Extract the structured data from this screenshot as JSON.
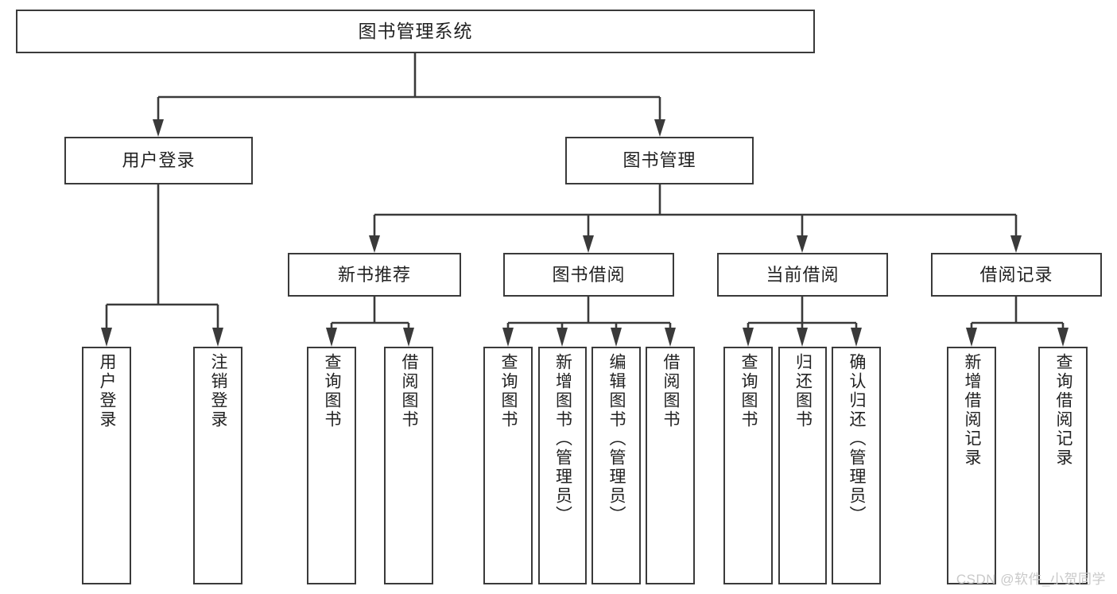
{
  "diagram": {
    "title": "图书管理系统",
    "type": "tree-hierarchy-chart",
    "watermark": "CSDN @软件_小贺同学",
    "colors": {
      "stroke": "#3a3a3a",
      "fill": "#ffffff",
      "text": "#222222",
      "watermark": "#c9c9c9"
    },
    "root": {
      "label": "图书管理系统"
    },
    "level2": [
      {
        "label": "用户登录"
      },
      {
        "label": "图书管理"
      }
    ],
    "level3": [
      {
        "label": "新书推荐"
      },
      {
        "label": "图书借阅"
      },
      {
        "label": "当前借阅"
      },
      {
        "label": "借阅记录"
      }
    ],
    "leaves": {
      "user_login": [
        {
          "label": "用户登录"
        },
        {
          "label": "注销登录"
        }
      ],
      "new_book_recommend": [
        {
          "label": "查询图书"
        },
        {
          "label": "借阅图书"
        }
      ],
      "book_borrow": [
        {
          "label": "查询图书"
        },
        {
          "label": "新增图书（管理员）"
        },
        {
          "label": "编辑图书（管理员）"
        },
        {
          "label": "借阅图书"
        }
      ],
      "current_borrow": [
        {
          "label": "查询图书"
        },
        {
          "label": "归还图书"
        },
        {
          "label": "确认归还（管理员）"
        }
      ],
      "borrow_record": [
        {
          "label": "新增借阅记录"
        },
        {
          "label": "查询借阅记录"
        }
      ]
    }
  }
}
